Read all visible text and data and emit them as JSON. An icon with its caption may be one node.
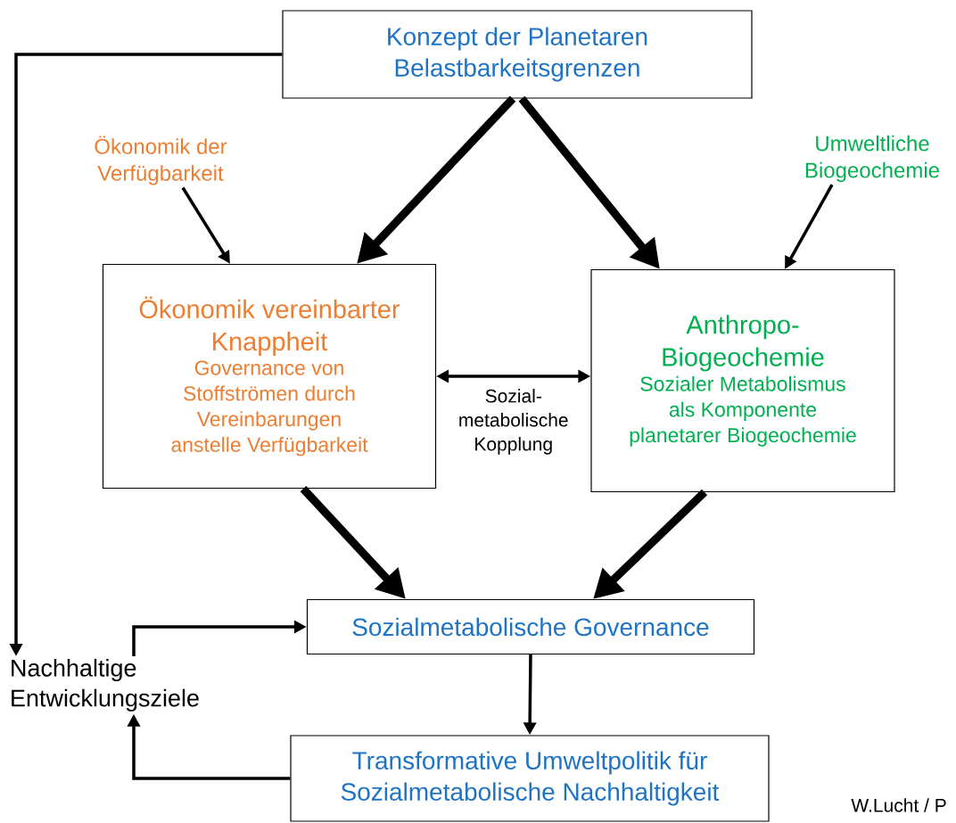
{
  "diagram": {
    "nodes": [
      {
        "text": [
          "Konzept der Planetaren Belastbarkeitsgrenzen"
        ]
      },
      {
        "text": [
          "Ökonomik der Verfügbarkeit"
        ]
      },
      {
        "text": [
          "Umweltliche Biogeochemie"
        ]
      },
      {
        "text": [
          "Ökonomik vereinbarter Knappheit",
          "Governance von Stoffströmen durch Vereinbarungen anstelle Verfügbarkeit"
        ]
      },
      {
        "text": [
          "Anthropo- Biogeochemie",
          "Sozialer Metabolismus als Komponente planetarer Biogeochemie"
        ]
      },
      {
        "text": [
          "Sozialmetabolische Governance"
        ]
      },
      {
        "text": [
          "Transformative Umweltpolitik für Sozialmetabolische Nachhaltigkeit"
        ]
      },
      {
        "text": [
          "Nachhaltige Entwicklungsziele"
        ]
      }
    ],
    "edges": [
      {
        "from": 0,
        "to": 3,
        "arrow": "to",
        "style": "thick"
      },
      {
        "from": 0,
        "to": 4,
        "arrow": "to",
        "style": "thick"
      },
      {
        "from": 1,
        "to": 3,
        "arrow": "to"
      },
      {
        "from": 2,
        "to": 4,
        "arrow": "to"
      },
      {
        "from": 3,
        "to": 4,
        "arrow": "both",
        "label": "Sozial- metabolische Kopplung"
      },
      {
        "from": 3,
        "to": 5,
        "arrow": "to",
        "style": "thick"
      },
      {
        "from": 4,
        "to": 5,
        "arrow": "to",
        "style": "thick"
      },
      {
        "from": 5,
        "to": 6,
        "arrow": "to"
      },
      {
        "from": 0,
        "to": 7,
        "arrow": "to"
      },
      {
        "from": 7,
        "to": 5,
        "arrow": "to"
      },
      {
        "from": 6,
        "to": 7,
        "arrow": "to"
      }
    ],
    "labels": [
      "W.Lucht / P"
    ]
  }
}
